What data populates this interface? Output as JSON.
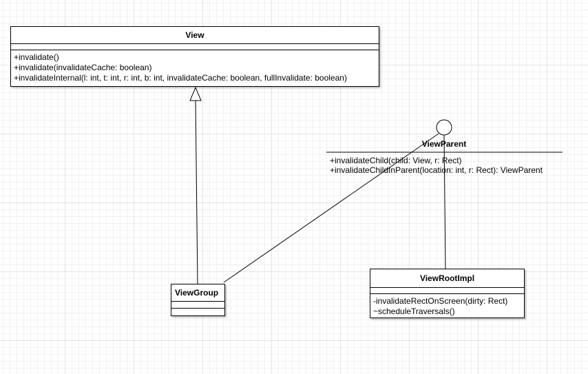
{
  "classes": {
    "view": {
      "name": "View",
      "operations": [
        "+invalidate()",
        "+invalidate(invalidateCache: boolean)",
        "+invalidateInternal(l: int, t: int, r: int, b: int, invalidateCache: boolean, fullInvalidate: boolean)"
      ]
    },
    "viewgroup": {
      "name": "ViewGroup",
      "operations": []
    },
    "viewrootimpl": {
      "name": "ViewRootImpl",
      "operations": [
        "-invalidateRectOnScreen(dirty: Rect)",
        "~scheduleTraversals()"
      ]
    }
  },
  "interface": {
    "name": "ViewParent",
    "operations": [
      "+invalidateChild(child: View, r: Rect)",
      "+invalidateChildInParent(location: int, r: Rect): ViewParent"
    ]
  }
}
